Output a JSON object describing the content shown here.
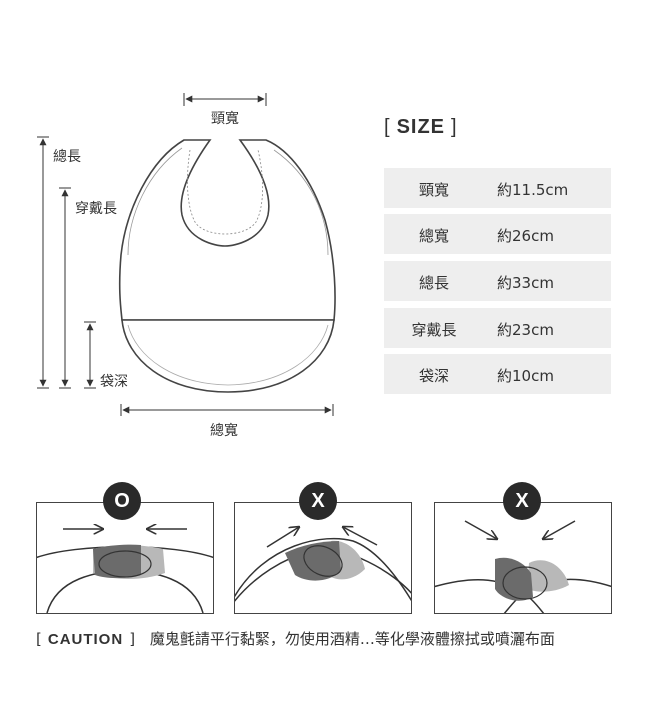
{
  "diagram": {
    "neck_width_label": "頸寬",
    "total_length_label": "總長",
    "wear_length_label": "穿戴長",
    "pocket_depth_label": "袋深",
    "total_width_label": "總寬"
  },
  "size_table": {
    "bracket_open": "[",
    "title": "SIZE",
    "bracket_close": "]",
    "rows": [
      {
        "name": "頸寬",
        "value": "約11.5cm"
      },
      {
        "name": "總寬",
        "value": "約26cm"
      },
      {
        "name": "總長",
        "value": "約33cm"
      },
      {
        "name": "穿戴長",
        "value": "約23cm"
      },
      {
        "name": "袋深",
        "value": "約10cm"
      }
    ]
  },
  "examples": [
    {
      "mark": "O"
    },
    {
      "mark": "X"
    },
    {
      "mark": "X"
    }
  ],
  "caution": {
    "bracket_open": "[",
    "label": "CAUTION",
    "bracket_close": "]",
    "text": "魔鬼氈請平行黏緊，勿使用酒精…等化學液體擦拭或噴灑布面"
  },
  "colors": {
    "text": "#333333",
    "row_bg": "#eeeeee",
    "badge_bg": "#2a2a2a",
    "tab_dark": "#6b6b6b",
    "tab_light": "#b8b8b8"
  }
}
